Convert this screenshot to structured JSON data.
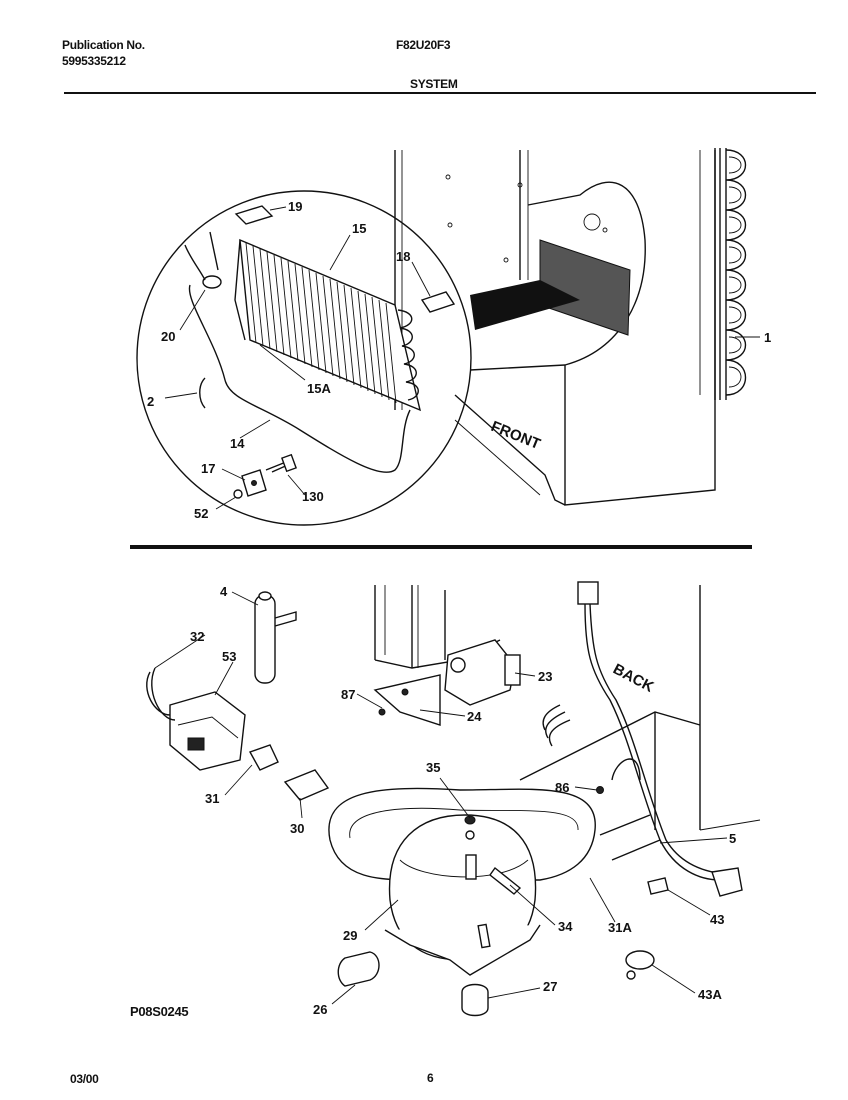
{
  "header": {
    "publication_label": "Publication No.",
    "publication_number": "5995335212",
    "model": "F82U20F3",
    "section": "SYSTEM"
  },
  "footer": {
    "date": "03/00",
    "page": "6",
    "drawing_id": "P08S0245"
  },
  "upper_diagram": {
    "callouts": [
      "19",
      "15",
      "18",
      "1",
      "20",
      "15A",
      "2",
      "14",
      "17",
      "130",
      "52"
    ],
    "cabinet_label": "FRONT"
  },
  "lower_diagram": {
    "callouts": [
      "4",
      "32",
      "53",
      "87",
      "23",
      "24",
      "31",
      "30",
      "35",
      "86",
      "5",
      "34",
      "31A",
      "29",
      "43",
      "27",
      "26",
      "43A"
    ],
    "cabinet_label": "BACK"
  }
}
